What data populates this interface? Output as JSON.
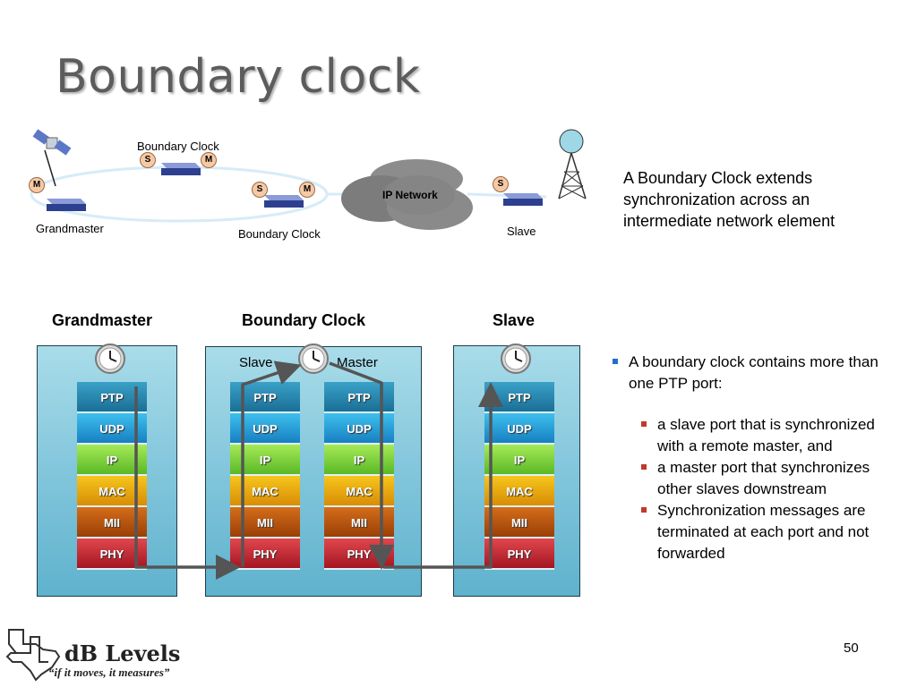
{
  "title": "Boundary clock",
  "topology": {
    "boundary_clock_top_label": "Boundary Clock",
    "grandmaster_label": "Grandmaster",
    "boundary_clock_mid_label": "Boundary Clock",
    "ip_network_label": "IP Network",
    "slave_label": "Slave",
    "port_s": "S",
    "port_m": "M"
  },
  "description": "A Boundary Clock extends synchronization across an intermediate network element",
  "stacks": {
    "grandmaster_title": "Grandmaster",
    "boundary_clock_title": "Boundary Clock",
    "slave_title": "Slave",
    "slave_port_label": "Slave",
    "master_port_label": "Master",
    "layers": [
      "PTP",
      "UDP",
      "IP",
      "MAC",
      "MII",
      "PHY"
    ]
  },
  "bullets": {
    "main": "A boundary clock contains more than one PTP port:",
    "sub": [
      "a slave port that is synchronized with a remote master, and",
      "a master port that synchronizes other slaves downstream",
      "Synchronization messages are terminated at each port and not forwarded"
    ]
  },
  "logo": {
    "name": "dB Levels",
    "tagline": "“if it moves, it measures”"
  },
  "page_number": "50",
  "colors": {
    "title": "#5c5c5c",
    "panel": "#86c8dd",
    "ptp": "#1a6f96",
    "udp": "#1780c1",
    "ip": "#5ab826",
    "mac": "#d88d06",
    "mii": "#9a3f06",
    "phy": "#a41622",
    "arrow": "#555555",
    "bullet_main": "#1f6fd0",
    "bullet_sub": "#c0392b"
  }
}
